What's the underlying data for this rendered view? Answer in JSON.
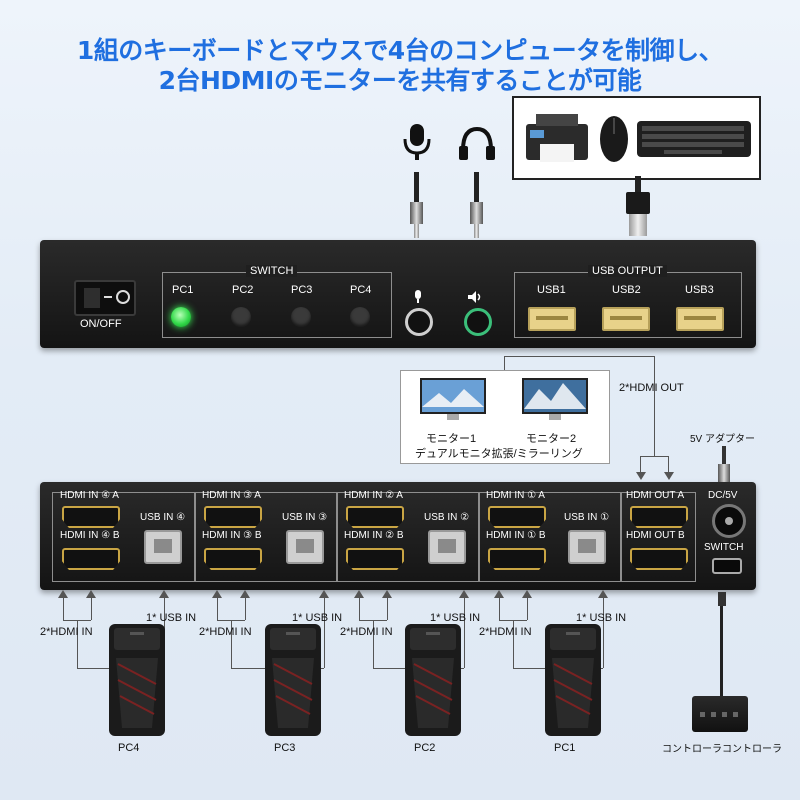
{
  "headline": {
    "line1": "1組のキーボードとマウスで4台のコンピュータを制御し、",
    "line2": "2台HDMIのモニターを共有することが可能"
  },
  "front_panel": {
    "power_label": "ON/OFF",
    "switch_label": "SWITCH",
    "pc_buttons": [
      "PC1",
      "PC2",
      "PC3",
      "PC4"
    ],
    "active_pc": "PC1",
    "usb_output_label": "USB OUTPUT",
    "usb_ports": [
      "USB1",
      "USB2",
      "USB3"
    ]
  },
  "monitors": {
    "hdmi_out_label": "2*HDMI OUT",
    "monitor1": "モニター1",
    "monitor2": "モニター2",
    "mode_text": "デュアルモニタ拡張/ミラーリング"
  },
  "rear_panel": {
    "adapter_label": "5V アダプター",
    "groups": [
      {
        "a": "HDMI IN ④ A",
        "b": "HDMI IN ④ B",
        "usb": "USB IN ④"
      },
      {
        "a": "HDMI IN ③ A",
        "b": "HDMI IN ③ B",
        "usb": "USB IN ③"
      },
      {
        "a": "HDMI IN ② A",
        "b": "HDMI IN ② B",
        "usb": "USB IN ②"
      },
      {
        "a": "HDMI IN ① A",
        "b": "HDMI IN ① B",
        "usb": "USB IN ①"
      }
    ],
    "hdmi_out_a": "HDMI OUT A",
    "hdmi_out_b": "HDMI OUT B",
    "dc_label": "DC/5V",
    "switch_label": "SWITCH"
  },
  "connections": {
    "hdmi_in": "2*HDMI IN",
    "usb_in": "1* USB IN"
  },
  "pcs": [
    "PC4",
    "PC3",
    "PC2",
    "PC1"
  ],
  "controller_label": "コントローラコントローラ",
  "colors": {
    "accent": "#1f6fe0",
    "led_active": "#33d94a",
    "panel": "#1c1c1c"
  }
}
